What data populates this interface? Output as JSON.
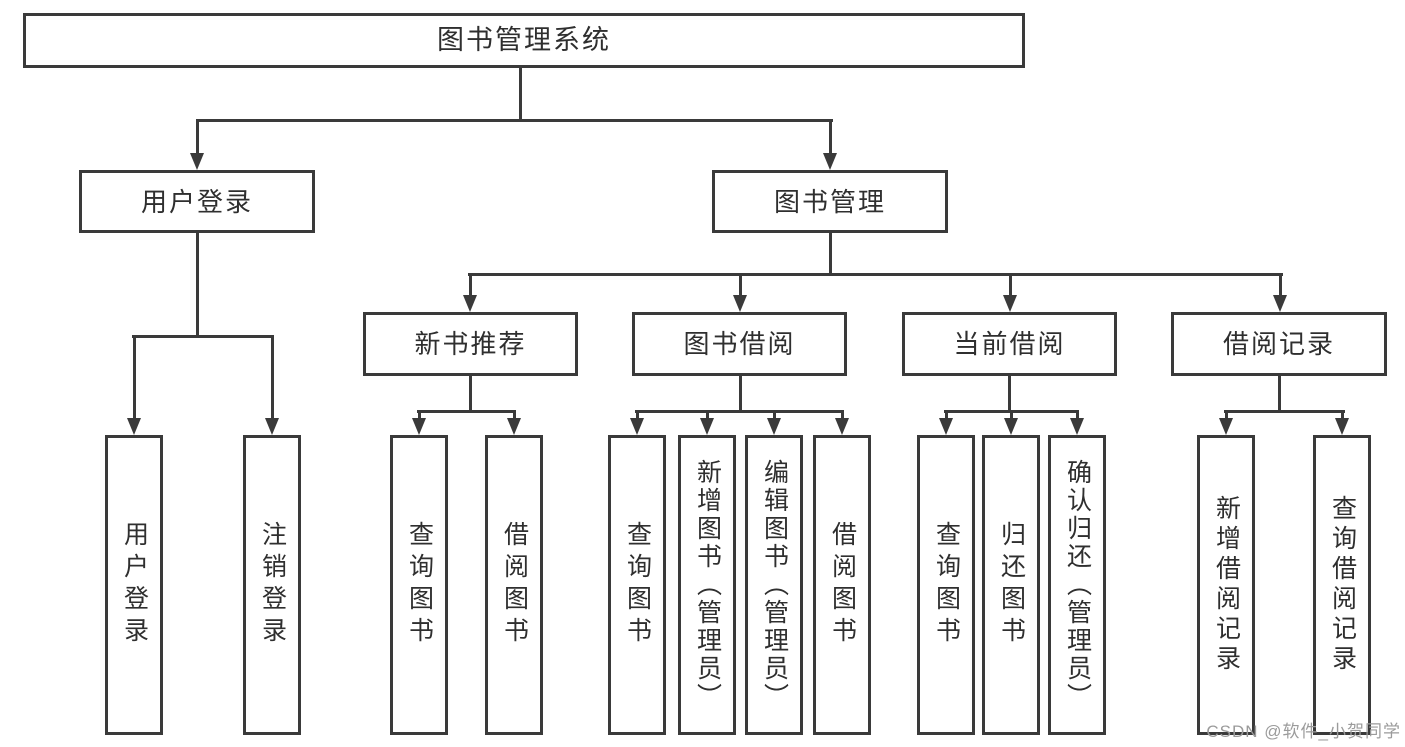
{
  "colors": {
    "line": "#3a3a3a",
    "text": "#2f2f2f",
    "background": "#ffffff",
    "watermark": "#9b9b9b"
  },
  "watermark": "CSDN @软件_小贺同学",
  "root": {
    "label": "图书管理系统"
  },
  "level2": [
    {
      "label": "用户登录"
    },
    {
      "label": "图书管理"
    }
  ],
  "level3": [
    {
      "label": "新书推荐",
      "parent": "图书管理"
    },
    {
      "label": "图书借阅",
      "parent": "图书管理"
    },
    {
      "label": "当前借阅",
      "parent": "图书管理"
    },
    {
      "label": "借阅记录",
      "parent": "图书管理"
    }
  ],
  "level4": [
    {
      "label": "用户登录",
      "parent": "用户登录"
    },
    {
      "label": "注销登录",
      "parent": "用户登录"
    },
    {
      "label": "查询图书",
      "parent": "新书推荐"
    },
    {
      "label": "借阅图书",
      "parent": "新书推荐"
    },
    {
      "label": "查询图书",
      "parent": "图书借阅"
    },
    {
      "label": "新增图书（管理员）",
      "parent": "图书借阅"
    },
    {
      "label": "编辑图书（管理员）",
      "parent": "图书借阅"
    },
    {
      "label": "借阅图书",
      "parent": "图书借阅"
    },
    {
      "label": "查询图书",
      "parent": "当前借阅"
    },
    {
      "label": "归还图书",
      "parent": "当前借阅"
    },
    {
      "label": "确认归还（管理员）",
      "parent": "当前借阅"
    },
    {
      "label": "新增借阅记录",
      "parent": "借阅记录"
    },
    {
      "label": "查询借阅记录",
      "parent": "借阅记录"
    }
  ]
}
